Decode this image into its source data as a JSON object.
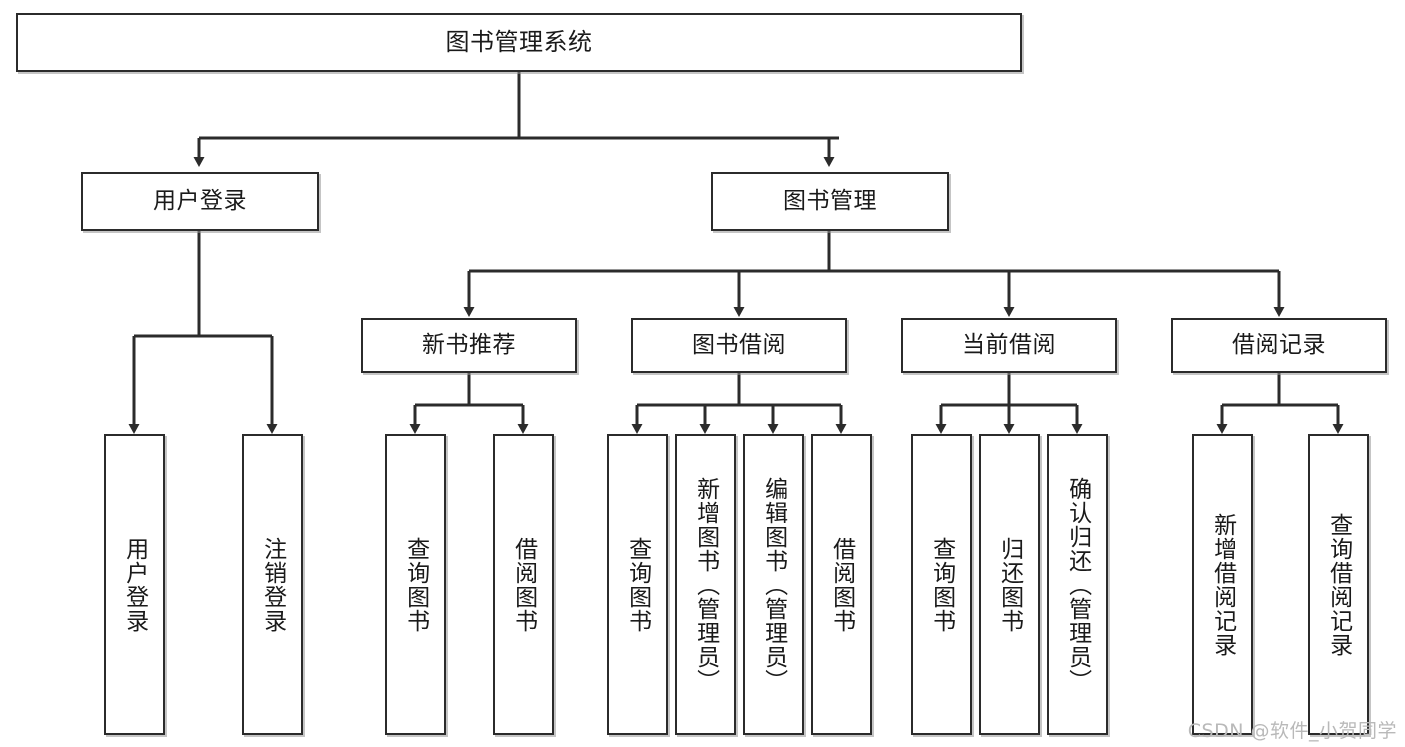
{
  "diagram": {
    "title": "图书管理系统",
    "type": "tree-hierarchy",
    "root": {
      "id": "root",
      "label": "图书管理系统"
    },
    "level2": [
      {
        "id": "user-login",
        "label": "用户登录"
      },
      {
        "id": "book-management",
        "label": "图书管理"
      }
    ],
    "level3": [
      {
        "id": "new-book-recommend",
        "label": "新书推荐",
        "parent": "book-management"
      },
      {
        "id": "book-borrow",
        "label": "图书借阅",
        "parent": "book-management"
      },
      {
        "id": "current-borrow",
        "label": "当前借阅",
        "parent": "book-management"
      },
      {
        "id": "borrow-record",
        "label": "借阅记录",
        "parent": "book-management"
      }
    ],
    "leaves": [
      {
        "id": "leaf-user-login",
        "label": "用户登录",
        "parent": "user-login"
      },
      {
        "id": "leaf-logout-login",
        "label": "注销登录",
        "parent": "user-login"
      },
      {
        "id": "leaf-query-book-1",
        "label": "查询图书",
        "parent": "new-book-recommend"
      },
      {
        "id": "leaf-borrow-book-1",
        "label": "借阅图书",
        "parent": "new-book-recommend"
      },
      {
        "id": "leaf-query-book-2",
        "label": "查询图书",
        "parent": "book-borrow"
      },
      {
        "id": "leaf-add-book",
        "label": "新增图书（管理员）",
        "parent": "book-borrow"
      },
      {
        "id": "leaf-edit-book",
        "label": "编辑图书（管理员）",
        "parent": "book-borrow"
      },
      {
        "id": "leaf-borrow-book-2",
        "label": "借阅图书",
        "parent": "book-borrow"
      },
      {
        "id": "leaf-query-book-3",
        "label": "查询图书",
        "parent": "current-borrow"
      },
      {
        "id": "leaf-return-book",
        "label": "归还图书",
        "parent": "current-borrow"
      },
      {
        "id": "leaf-confirm-return",
        "label": "确认归还（管理员）",
        "parent": "current-borrow"
      },
      {
        "id": "leaf-add-record",
        "label": "新增借阅记录",
        "parent": "borrow-record"
      },
      {
        "id": "leaf-query-record",
        "label": "查询借阅记录",
        "parent": "borrow-record"
      }
    ],
    "colors": {
      "border": "#2b2b2b",
      "background": "#ffffff",
      "text": "#1a1a1a",
      "watermark": "#b9b9b9"
    }
  },
  "watermark": {
    "text": "CSDN @软件_小贺同学"
  }
}
